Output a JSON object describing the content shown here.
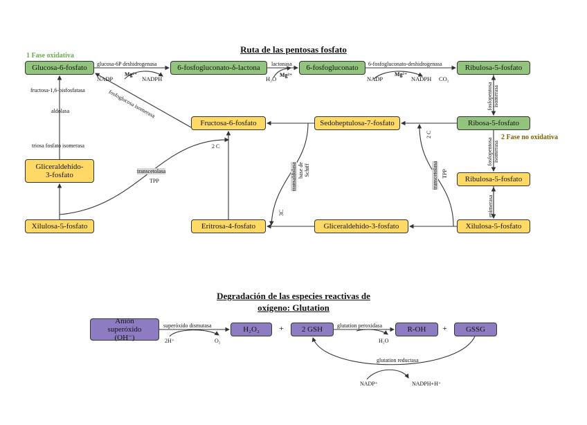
{
  "pentose": {
    "title": "Ruta de las pentosas fosfato",
    "phase1": "1 Fase oxidativa",
    "phase2": "2 Fase no oxidativa",
    "phase1_color": "#6aa84f",
    "phase2_color": "#7f6000",
    "boxes": {
      "glucosa6p": "Glucosa-6-fosfato",
      "lactona": "6-fosfogluconato-δ-lactona",
      "fosfogluconato": "6-fosfogluconato",
      "ribulosa1": "Ribulosa-5-fosfato",
      "ribosa": "Ribosa-5-fosfato",
      "fructosa": "Fructosa-6-fosfato",
      "sedoheptulosa": "Sedoheptulosa-7-fosfato",
      "gliceraldehido_left": "Gliceraldehído-3-fosfato",
      "ribulosa2": "Ribulosa-5-fosfato",
      "xilulosa_left": "Xilulosa-5-fosfato",
      "eritrosa": "Eritrosa-4-fosfato",
      "gliceraldehido_right": "Gliceraldehído-3-fosfato",
      "xilulosa_right": "Xilulosa-5-fosfato"
    },
    "labels": {
      "g6pdh": "glucosa-6P deshidrogenasa",
      "nadp1": "NADP",
      "mg1": "Mg²⁺",
      "nadph1": "NADPH",
      "lactonasa": "lactonasa",
      "h2o": "H₂O",
      "mg2": "Mg²⁺",
      "pgdh": "6-fosfogluconato-deshidrogenasa",
      "nadp2": "NADP",
      "mg3": "Mg²⁺",
      "nadph2": "NADPH",
      "co2": "CO₂",
      "isomerasa1": "fosfopentosa isomerasa",
      "isomerasa2": "fosfopentosa isomerasa",
      "epimerasa": "epimerasa",
      "fbpasa": "fructosa-1,6-bisfosfatasa",
      "aldolasa": "aldolasa",
      "tpi": "triosa fosfato isomerasa",
      "pgi": "fosfoglucosa isomerasa",
      "transcetolasa_left": "transcetolasa",
      "tpp_left": "TPP",
      "twoC_left": "2 C",
      "transaldolasa": "transaldolasa",
      "base_schiff": "base de Schiff",
      "threeC": "3C",
      "transcetolasa_right": "transcetolasa",
      "tpp_right": "TPP",
      "twoC_right": "2 C"
    }
  },
  "glutation": {
    "title_line1": "Degradación de las especies reactivas de",
    "title_line2": "oxígeno: Glutation",
    "boxes": {
      "anion": "Anión superóxido (OH⁻)",
      "h2o2": "H₂O₂",
      "gsh": "2 GSH",
      "roh": "R-OH",
      "gssg": "GSSG"
    },
    "plus1": "+",
    "plus2": "+",
    "labels": {
      "sod": "superóxido dismutasa",
      "h2": "2H⁺",
      "o2": "O₂",
      "gpx": "glutation peroxidasa",
      "h2o": "H₂O",
      "gr": "glutation reductasa",
      "nadp": "NADP⁺",
      "nadph": "NADPH+H⁺"
    }
  }
}
